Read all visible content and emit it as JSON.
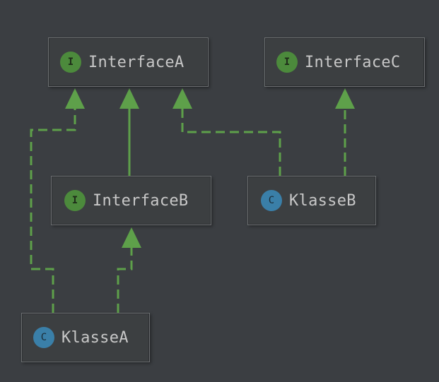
{
  "diagram": {
    "background_color": "#3b3e42",
    "edge_color": "#5ea04a",
    "nodes": {
      "interface_a": {
        "label": "InterfaceA",
        "kind": "interface",
        "badge": "I"
      },
      "interface_b": {
        "label": "InterfaceB",
        "kind": "interface",
        "badge": "I"
      },
      "interface_c": {
        "label": "InterfaceC",
        "kind": "interface",
        "badge": "I"
      },
      "klasse_a": {
        "label": "KlasseA",
        "kind": "class",
        "badge": "C"
      },
      "klasse_b": {
        "label": "KlasseB",
        "kind": "class",
        "badge": "C"
      }
    },
    "edges": [
      {
        "from": "interface_b",
        "to": "interface_a",
        "relation": "extends",
        "style": "solid"
      },
      {
        "from": "klasse_a",
        "to": "interface_a",
        "relation": "implements",
        "style": "dashed"
      },
      {
        "from": "klasse_a",
        "to": "interface_b",
        "relation": "implements",
        "style": "dashed"
      },
      {
        "from": "klasse_b",
        "to": "interface_a",
        "relation": "implements",
        "style": "dashed"
      },
      {
        "from": "klasse_b",
        "to": "interface_c",
        "relation": "implements",
        "style": "dashed"
      }
    ]
  }
}
